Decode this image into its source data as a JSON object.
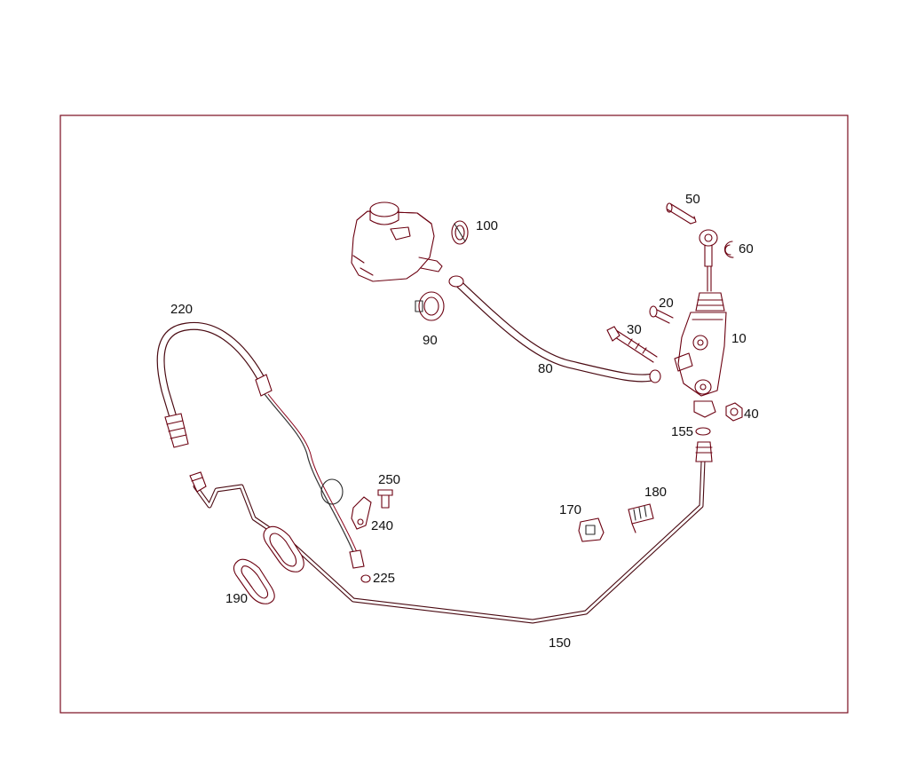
{
  "diagram": {
    "labels": {
      "p10": "10",
      "p20": "20",
      "p30": "30",
      "p40": "40",
      "p50": "50",
      "p60": "60",
      "p80": "80",
      "p90": "90",
      "p100": "100",
      "p150": "150",
      "p155": "155",
      "p170": "170",
      "p180": "180",
      "p190": "190",
      "p220": "220",
      "p225": "225",
      "p240": "240",
      "p250": "250"
    },
    "colors": {
      "frame": "#7a0c1e",
      "parts": "#6b0010",
      "labels": "#111111"
    }
  }
}
